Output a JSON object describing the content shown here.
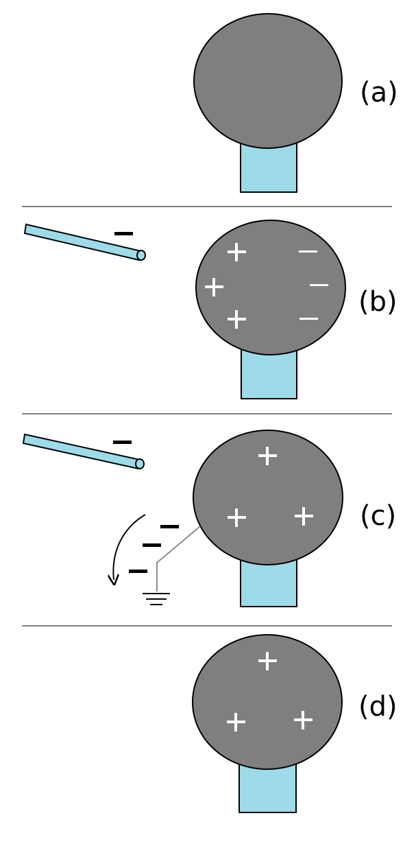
{
  "colors": {
    "sphere_fill": "#7f7f7f",
    "stand_fill": "#9ddbe8",
    "rod_fill": "#9ddbe8",
    "outline": "#000000",
    "positive_charge": "#ffffff",
    "negative_charge": "#ffffff",
    "external_charge": "#000000",
    "ground_wire": "#8c8c8c"
  },
  "panels": [
    {
      "id": "a",
      "label": "(a)",
      "has_rod": false,
      "grounded": false
    },
    {
      "id": "b",
      "label": "(b)",
      "has_rod": true,
      "grounded": false
    },
    {
      "id": "c",
      "label": "(c)",
      "has_rod": true,
      "grounded": true
    },
    {
      "id": "d",
      "label": "(d)",
      "has_rod": false,
      "grounded": false
    }
  ],
  "rod_charge_symbol": "negative",
  "panel_b_sphere_charges": {
    "positive_count": 3,
    "negative_count": 3
  },
  "panel_c_sphere_charges": {
    "positive_count": 3
  },
  "panel_c_charges_flowing_to_ground": 3,
  "panel_d_sphere_charges": {
    "positive_count": 3
  },
  "icons": [
    "ground-symbol-icon",
    "curved-arrow-icon"
  ]
}
